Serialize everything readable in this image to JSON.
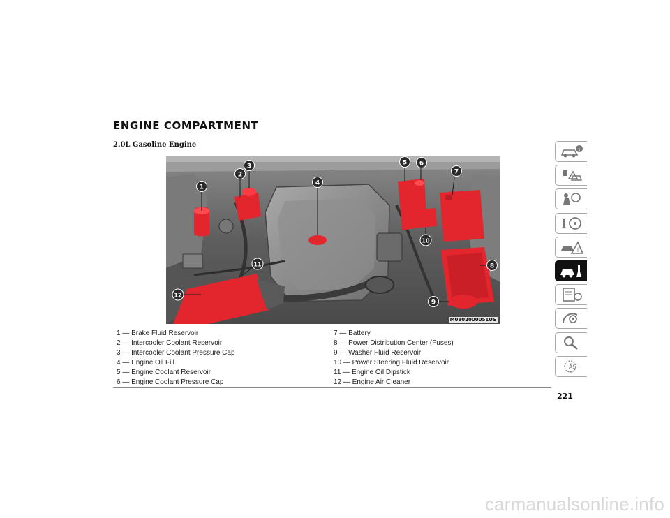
{
  "page": {
    "title": "ENGINE COMPARTMENT",
    "subtitle": "2.0L Gasoline Engine",
    "page_number": "221",
    "figure_code": "M0802000051US",
    "watermark": "carmanualsonline.info"
  },
  "figure": {
    "callout_labels": [
      "1",
      "2",
      "3",
      "4",
      "5",
      "6",
      "7",
      "8",
      "9",
      "10",
      "11",
      "12"
    ],
    "highlight_color": "#e3262d",
    "callout_color": "#2a2a2a"
  },
  "legend": {
    "left": [
      "1 — Brake Fluid Reservoir",
      "2 — Intercooler Coolant Reservoir",
      "3 — Intercooler Coolant Pressure Cap",
      "4 — Engine Oil Fill",
      "5 — Engine Coolant Reservoir",
      "6 — Engine Coolant Pressure Cap"
    ],
    "right": [
      "7 — Battery",
      "8 — Power Distribution Center (Fuses)",
      "9 — Washer Fluid Reservoir",
      "10 — Power Steering Fluid Reservoir",
      "11 — Engine Oil Dipstick",
      "12 — Engine Air Cleaner"
    ]
  },
  "side_tabs": {
    "icons": [
      "car-info-icon",
      "warning-lights-icon",
      "safety-icon",
      "steering-wheel-icon",
      "emergency-icon",
      "servicing-icon",
      "specifications-icon",
      "multimedia-icon",
      "search-icon",
      "languages-icon"
    ],
    "active_index": 5
  }
}
